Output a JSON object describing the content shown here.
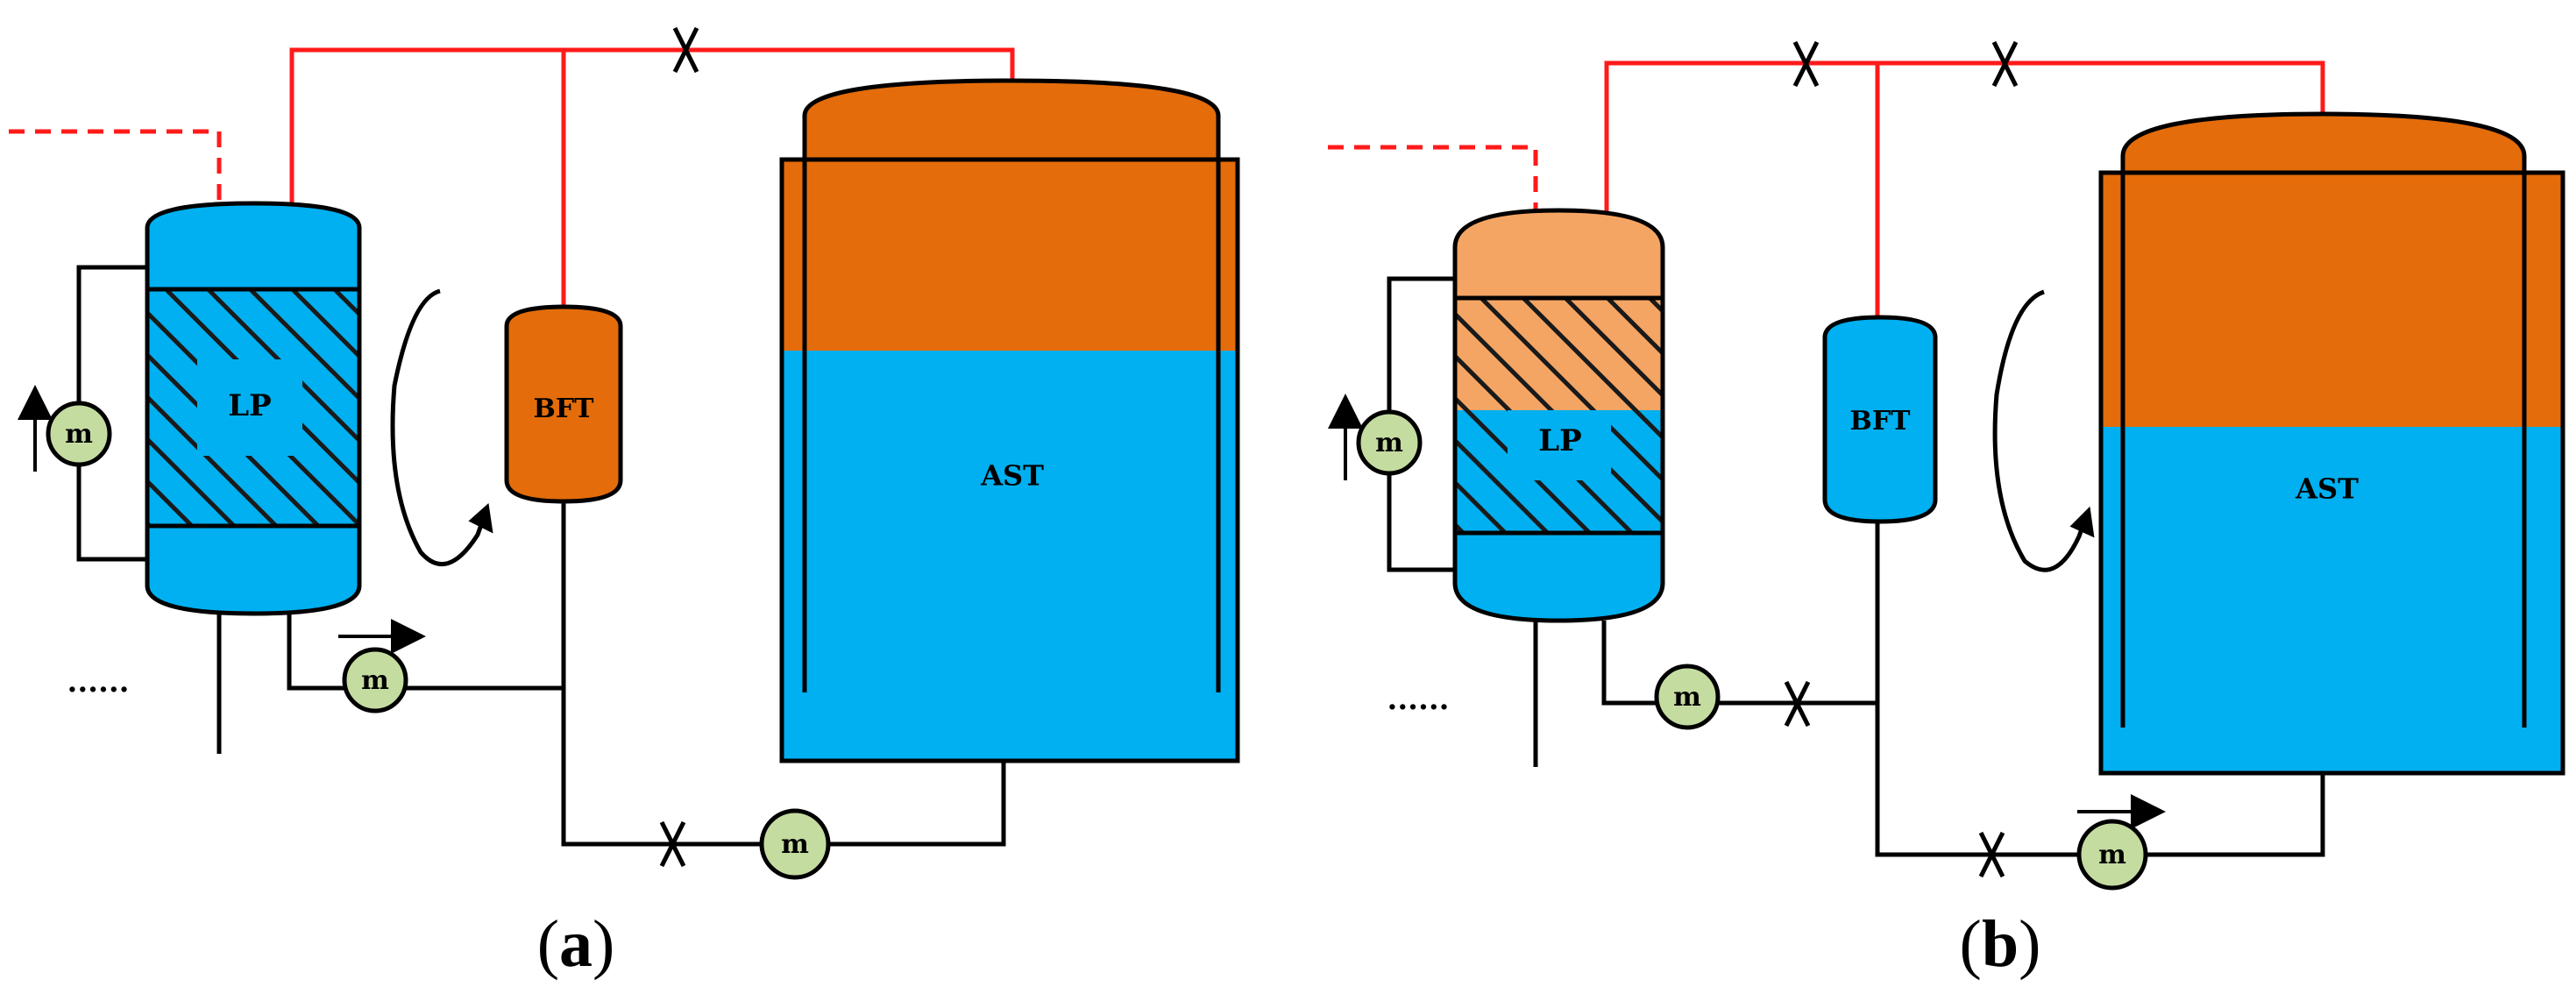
{
  "colors": {
    "blue": "#00b0f0",
    "orange": "#e46c0a",
    "light_orange": "#f5a563",
    "pump": "#c5dca1",
    "gas_line": "#ff1a1a",
    "line": "#000000"
  },
  "panel_a": {
    "caption_open": "(",
    "caption_letter": "a",
    "caption_close": ")",
    "lp_label": "LP",
    "bft_label": "BFT",
    "ast_label": "AST",
    "pump_label": "m",
    "ellipsis": "......"
  },
  "panel_b": {
    "caption_open": "(",
    "caption_letter": "b",
    "caption_close": ")",
    "lp_label": "LP",
    "bft_label": "BFT",
    "ast_label": "AST",
    "pump_label": "m",
    "ellipsis": "......"
  },
  "icons": [
    "valve-icon",
    "pump-icon",
    "flow-arrow-icon",
    "rotation-arrow-icon"
  ]
}
